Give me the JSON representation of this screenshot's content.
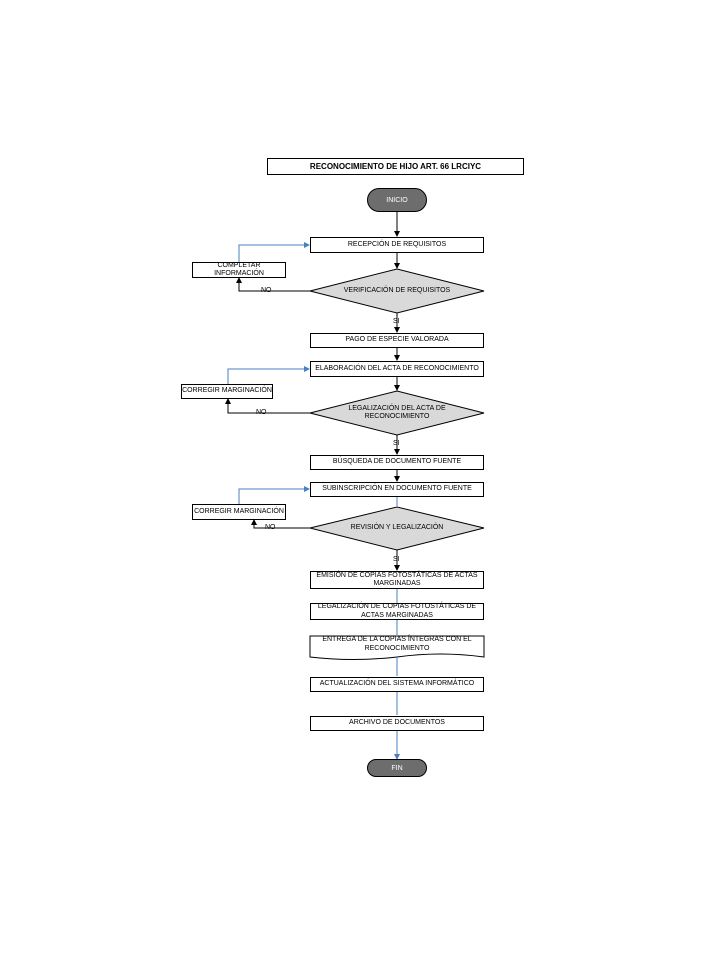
{
  "title": "RECONOCIMIENTO DE HIJO ART. 66 LRCIYC",
  "start": "INICIO",
  "end": "FIN",
  "steps": {
    "recepcion": "RECEPCIÓN DE REQUISITOS",
    "completar": "COMPLETAR INFORMACIÓN",
    "verificacion": "VERIFICACIÓN DE REQUISITOS",
    "pago": "PAGO DE ESPECIE VALORADA",
    "elaboracion": "ELABORACIÓN DEL ACTA DE RECONOCIMIENTO",
    "corregir1": "CORREGIR MARGINACIÓN",
    "legalizacion_acta": "LEGALIZACIÓN DEL ACTA DE RECONOCIMIENTO",
    "busqueda": "BÚSQUEDA DE DOCUMENTO FUENTE",
    "subinscripcion": "SUBINSCRIPCIÓN EN DOCUMENTO FUENTE",
    "corregir2": "CORREGIR MARGINACIÓN",
    "revision": "REVISIÓN Y LEGALIZACIÓN",
    "emision": "EMISIÓN DE COPIAS FOTOSTÁTICAS DE ACTAS MARGINADAS",
    "legalizacion_copias": "LEGALIZACIÓN DE COPIAS FOTOSTÁTICAS DE ACTAS MARGINADAS",
    "entrega": "ENTREGA DE LA COPIAS ÍNTEGRAS CON EL RECONOCIMIENTO",
    "actualizacion": "ACTUALIZACIÓN DEL SISTEMA INFORMÁTICO",
    "archivo": "ARCHIVO DE DOCUMENTOS"
  },
  "labels": {
    "no1": "NO",
    "si1": "SI",
    "no2": "NO",
    "si2": "SI",
    "no3": "NO",
    "si3": "SI"
  },
  "colors": {
    "line": "#000000",
    "feedback_line": "#4a7fc1",
    "decision_fill": "#d9d9d9",
    "terminal_fill": "#6d6d6d"
  }
}
